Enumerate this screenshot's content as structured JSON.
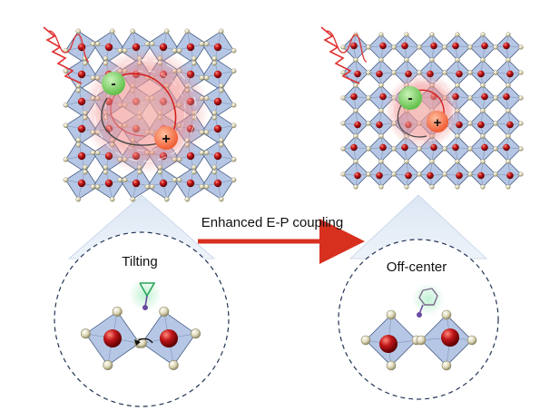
{
  "arrow": {
    "label": "Enhanced E-P coupling",
    "color": "#d7301f"
  },
  "panels": {
    "left": {
      "mechanism": "Tilting"
    },
    "right": {
      "mechanism": "Off-center"
    }
  },
  "charges": {
    "negative": "-",
    "positive": "+"
  },
  "colors": {
    "octahedron": "#a9bde0",
    "octahedron_edge": "#4a5f85",
    "metal_atom": "#c0161a",
    "corner_atom": "#dcd6b4",
    "electron": "#7fd06a",
    "hole": "#f26d48",
    "polaron_cloud": "#f08a8a",
    "light_pulse": "#e03030",
    "zoom_cone": "#dce6f4",
    "guest_molecule": "#6fd39e"
  }
}
